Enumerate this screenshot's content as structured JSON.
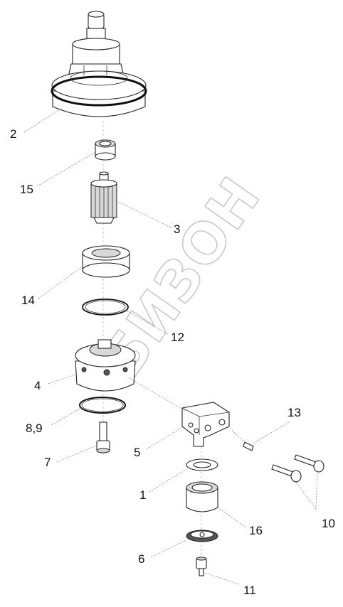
{
  "watermark": "БИЗОН",
  "callouts": {
    "p2": "2",
    "p15": "15",
    "p3": "3",
    "p14": "14",
    "p12": "12",
    "p4": "4",
    "p89": "8,9",
    "p7": "7",
    "p5": "5",
    "p13": "13",
    "p1": "1",
    "p16": "16",
    "p10": "10",
    "p6": "6",
    "p11": "11"
  }
}
